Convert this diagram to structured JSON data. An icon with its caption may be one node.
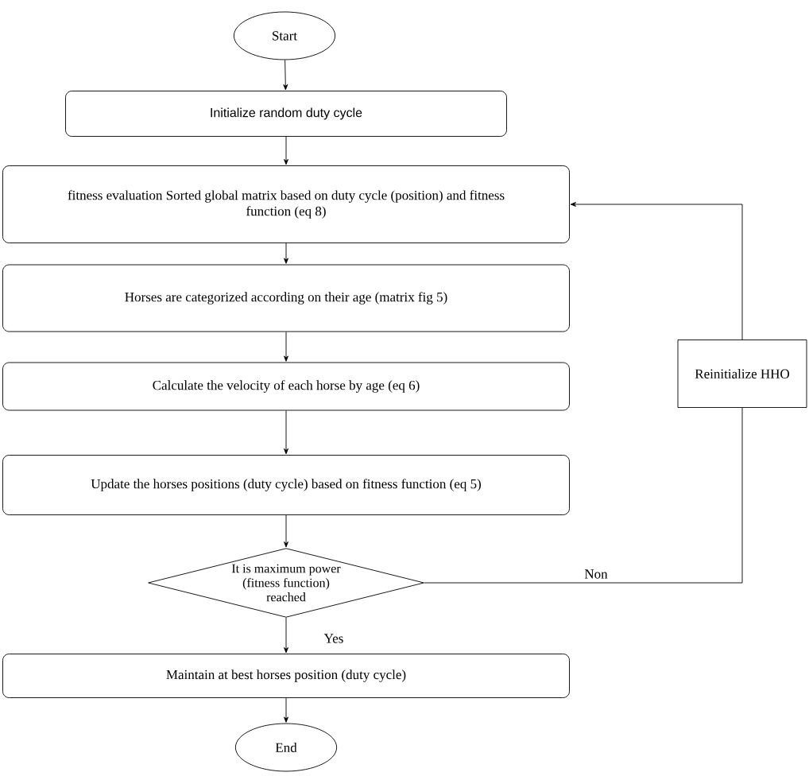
{
  "diagram": {
    "nodes": [
      {
        "text": [
          "Start"
        ]
      },
      {
        "text": [
          "Initialize random duty cycle"
        ]
      },
      {
        "text": [
          "fitness evaluation Sorted global matrix based on duty cycle (position) and fitness function (eq 8)"
        ]
      },
      {
        "text": [
          "Horses are categorized according on their age (matrix fig 5)"
        ]
      },
      {
        "text": [
          "Calculate the velocity of each horse by age (eq 6)"
        ]
      },
      {
        "text": [
          "Update the horses positions (duty cycle) based on fitness function (eq 5)"
        ]
      },
      {
        "text": [
          "It is maximum power (fitness function) reached"
        ]
      },
      {
        "text": [
          "Maintain at best horses position (duty cycle)"
        ]
      },
      {
        "text": [
          "End"
        ]
      },
      {
        "text": [
          "Reinitialize HHO"
        ]
      }
    ],
    "edges": [
      {
        "from": 0,
        "to": 1,
        "arrow": "to"
      },
      {
        "from": 1,
        "to": 2,
        "arrow": "to"
      },
      {
        "from": 2,
        "to": 3,
        "arrow": "to"
      },
      {
        "from": 3,
        "to": 4,
        "arrow": "to"
      },
      {
        "from": 4,
        "to": 5,
        "arrow": "to"
      },
      {
        "from": 5,
        "to": 6,
        "arrow": "to"
      },
      {
        "from": 6,
        "to": 7,
        "arrow": "to",
        "label": "Yes"
      },
      {
        "from": 7,
        "to": 8,
        "arrow": "to"
      },
      {
        "from": 6,
        "to": 9,
        "arrow": "none",
        "label": "Non"
      },
      {
        "from": 9,
        "to": 2,
        "arrow": "to"
      }
    ]
  }
}
